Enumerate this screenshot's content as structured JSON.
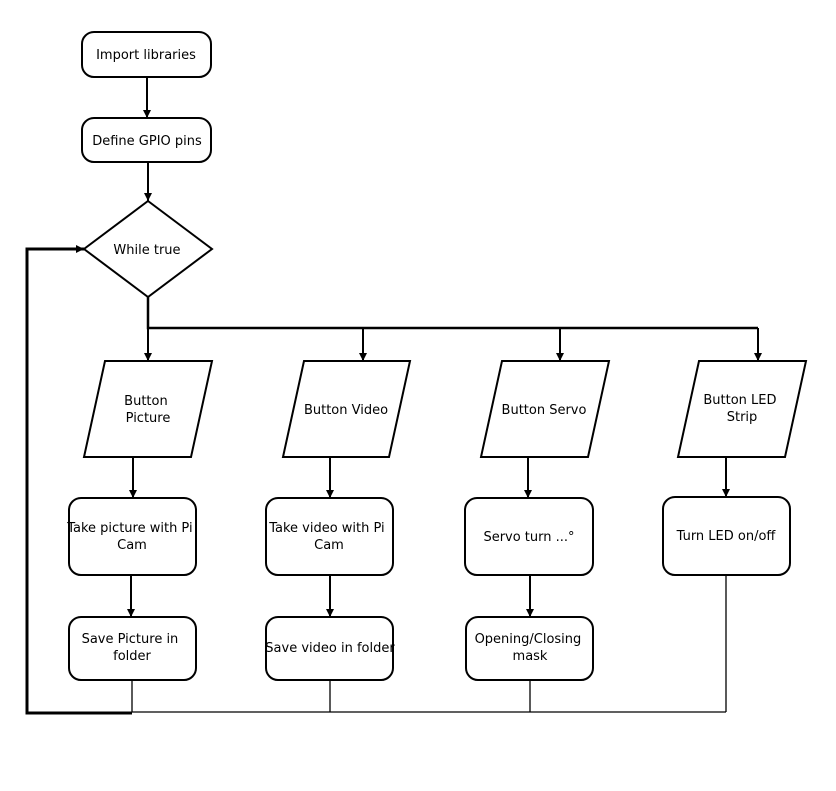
{
  "diagram": {
    "nodes": {
      "import": {
        "label": "Import libraries",
        "shape": "rounded-rect"
      },
      "define": {
        "label": "Define GPIO pins",
        "shape": "rounded-rect"
      },
      "while": {
        "label": "While true",
        "shape": "diamond"
      },
      "btn_picture": {
        "label": [
          "Button",
          "Picture"
        ],
        "shape": "parallelogram"
      },
      "btn_video": {
        "label": "Button Video",
        "shape": "parallelogram"
      },
      "btn_servo": {
        "label": "Button Servo",
        "shape": "parallelogram"
      },
      "btn_led": {
        "label": [
          "Button LED",
          "Strip"
        ],
        "shape": "parallelogram"
      },
      "take_picture": {
        "label": [
          "Take picture with Pi",
          "Cam"
        ],
        "shape": "rounded-rect"
      },
      "take_video": {
        "label": [
          "Take video with Pi",
          "Cam"
        ],
        "shape": "rounded-rect"
      },
      "servo_turn": {
        "label": "Servo turn ...°",
        "shape": "rounded-rect"
      },
      "turn_led": {
        "label": "Turn LED on/off",
        "shape": "rounded-rect"
      },
      "save_picture": {
        "label": [
          "Save Picture in",
          "folder"
        ],
        "shape": "rounded-rect"
      },
      "save_video": {
        "label": "Save video in folder",
        "shape": "rounded-rect"
      },
      "opening_mask": {
        "label": [
          "Opening/Closing",
          "mask"
        ],
        "shape": "rounded-rect"
      }
    },
    "edges": [
      [
        "import",
        "define"
      ],
      [
        "define",
        "while"
      ],
      [
        "while",
        "btn_picture"
      ],
      [
        "while",
        "btn_video"
      ],
      [
        "while",
        "btn_servo"
      ],
      [
        "while",
        "btn_led"
      ],
      [
        "btn_picture",
        "take_picture"
      ],
      [
        "btn_video",
        "take_video"
      ],
      [
        "btn_servo",
        "servo_turn"
      ],
      [
        "btn_led",
        "turn_led"
      ],
      [
        "take_picture",
        "save_picture"
      ],
      [
        "take_video",
        "save_video"
      ],
      [
        "servo_turn",
        "opening_mask"
      ],
      [
        "save_picture",
        "while"
      ],
      [
        "save_video",
        "while"
      ],
      [
        "opening_mask",
        "while"
      ],
      [
        "turn_led",
        "while"
      ]
    ],
    "colors": {
      "stroke": "#000000",
      "fill": "#ffffff",
      "text": "#000000"
    }
  }
}
